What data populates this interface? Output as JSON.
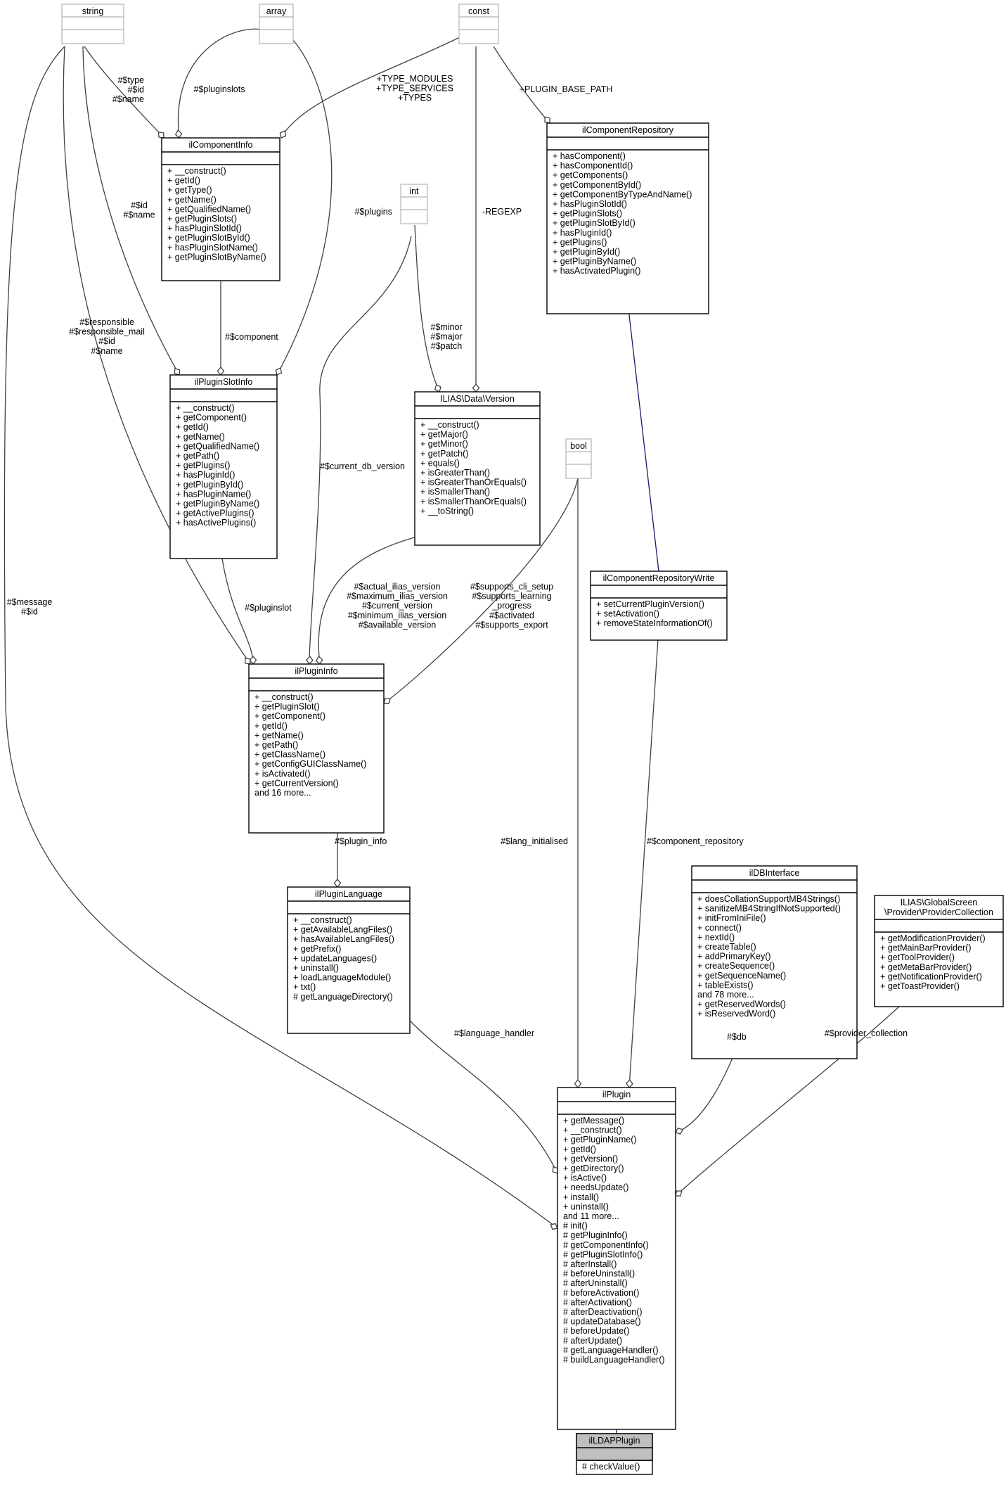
{
  "classes": {
    "string": {
      "title": "string",
      "members": []
    },
    "array": {
      "title": "array",
      "members": []
    },
    "const": {
      "title": "const",
      "members": []
    },
    "int": {
      "title": "int",
      "members": []
    },
    "bool": {
      "title": "bool",
      "members": []
    },
    "ilComponentRepository": {
      "title": "ilComponentRepository",
      "members": [
        "+ hasComponent()",
        "+ hasComponentId()",
        "+ getComponents()",
        "+ getComponentById()",
        "+ getComponentByTypeAndName()",
        "+ hasPluginSlotId()",
        "+ getPluginSlots()",
        "+ getPluginSlotById()",
        "+ hasPluginId()",
        "+ getPlugins()",
        "+ getPluginById()",
        "+ getPluginByName()",
        "+ hasActivatedPlugin()"
      ]
    },
    "ilComponentInfo": {
      "title": "ilComponentInfo",
      "members": [
        "+ __construct()",
        "+ getId()",
        "+ getType()",
        "+ getName()",
        "+ getQualifiedName()",
        "+ getPluginSlots()",
        "+ hasPluginSlotId()",
        "+ getPluginSlotById()",
        "+ hasPluginSlotName()",
        "+ getPluginSlotByName()"
      ]
    },
    "ilPluginSlotInfo": {
      "title": "ilPluginSlotInfo",
      "members": [
        "+ __construct()",
        "+ getComponent()",
        "+ getId()",
        "+ getName()",
        "+ getQualifiedName()",
        "+ getPath()",
        "+ getPlugins()",
        "+ hasPluginId()",
        "+ getPluginById()",
        "+ hasPluginName()",
        "+ getPluginByName()",
        "+ getActivePlugins()",
        "+ hasActivePlugins()"
      ]
    },
    "Version": {
      "title": "ILIAS\\Data\\Version",
      "members": [
        "+ __construct()",
        "+ getMajor()",
        "+ getMinor()",
        "+ getPatch()",
        "+ equals()",
        "+ isGreaterThan()",
        "+ isGreaterThanOrEquals()",
        "+ isSmallerThan()",
        "+ isSmallerThanOrEquals()",
        "+ __toString()"
      ]
    },
    "ilComponentRepositoryWrite": {
      "title": "ilComponentRepositoryWrite",
      "members": [
        "+ setCurrentPluginVersion()",
        "+ setActivation()",
        "+ removeStateInformationOf()"
      ]
    },
    "ilPluginInfo": {
      "title": "ilPluginInfo",
      "members": [
        "+ __construct()",
        "+ getPluginSlot()",
        "+ getComponent()",
        "+ getId()",
        "+ getName()",
        "+ getPath()",
        "+ getClassName()",
        "+ getConfigGUIClassName()",
        "+ isActivated()",
        "+ getCurrentVersion()",
        "and 16 more..."
      ]
    },
    "ilPluginLanguage": {
      "title": "ilPluginLanguage",
      "members": [
        "+ __construct()",
        "+ getAvailableLangFiles()",
        "+ hasAvailableLangFiles()",
        "+ getPrefix()",
        "+ updateLanguages()",
        "+ uninstall()",
        "+ loadLanguageModule()",
        "+ txt()",
        "# getLanguageDirectory()"
      ]
    },
    "ilDBInterface": {
      "title": "ilDBInterface",
      "members": [
        "+ doesCollationSupportMB4Strings()",
        "+ sanitizeMB4StringIfNotSupported()",
        "+ initFromIniFile()",
        "+ connect()",
        "+ nextId()",
        "+ createTable()",
        "+ addPrimaryKey()",
        "+ createSequence()",
        "+ getSequenceName()",
        "+ tableExists()",
        "and 78 more...",
        "+ getReservedWords()",
        "+ isReservedWord()"
      ]
    },
    "ProviderCollection": {
      "title1": "ILIAS\\GlobalScreen",
      "title2": "\\Provider\\ProviderCollection",
      "members": [
        "+ getModificationProvider()",
        "+ getMainBarProvider()",
        "+ getToolProvider()",
        "+ getMetaBarProvider()",
        "+ getNotificationProvider()",
        "+ getToastProvider()"
      ]
    },
    "ilPlugin": {
      "title": "ilPlugin",
      "members": [
        "+ getMessage()",
        "+ __construct()",
        "+ getPluginName()",
        "+ getId()",
        "+ getVersion()",
        "+ getDirectory()",
        "+ isActive()",
        "+ needsUpdate()",
        "+ install()",
        "+ uninstall()",
        "and 11 more...",
        "# init()",
        "# getPluginInfo()",
        "# getComponentInfo()",
        "# getPluginSlotInfo()",
        "# afterInstall()",
        "# beforeUninstall()",
        "# afterUninstall()",
        "# beforeActivation()",
        "# afterActivation()",
        "# afterDeactivation()",
        "# updateDatabase()",
        "# beforeUpdate()",
        "# afterUpdate()",
        "# getLanguageHandler()",
        "# buildLanguageHandler()"
      ]
    },
    "ilLDAPPlugin": {
      "title": "ilLDAPPlugin",
      "members": [
        "# checkValue()"
      ]
    }
  },
  "edge_labels": {
    "type_id_name": [
      "#$type",
      "#$id",
      "#$name"
    ],
    "pluginslots": [
      "#$pluginslots"
    ],
    "types": [
      "+TYPE_MODULES",
      "+TYPE_SERVICES",
      "+TYPES"
    ],
    "plugin_base_path": [
      "+PLUGIN_BASE_PATH"
    ],
    "slot_id_name": [
      "#$id",
      "#$name"
    ],
    "plugins": [
      "#$plugins"
    ],
    "regexp": [
      "-REGEXP"
    ],
    "responsible": [
      "#$responsible",
      "#$responsible_mail",
      "#$id",
      "#$name"
    ],
    "component": [
      "#$component"
    ],
    "minor_major_patch": [
      "#$minor",
      "#$major",
      "#$patch"
    ],
    "current_db_version": [
      "#$current_db_version"
    ],
    "message_id": [
      "#$message",
      "#$id"
    ],
    "versions": [
      "#$actual_ilias_version",
      "#$maximum_ilias_version",
      "#$current_version",
      "#$minimum_ilias_version",
      "#$available_version"
    ],
    "supports": [
      "#$supports_cli_setup",
      "#$supports_learning",
      "_progress",
      "#$activated",
      "#$supports_export"
    ],
    "pluginslot": [
      "#$pluginslot"
    ],
    "plugin_info": [
      "#$plugin_info"
    ],
    "lang_initialised": [
      "#$lang_initialised"
    ],
    "component_repository": [
      "#$component_repository"
    ],
    "language_handler": [
      "#$language_handler"
    ],
    "db": [
      "#$db"
    ],
    "provider_collection": [
      "#$provider_collection"
    ]
  }
}
